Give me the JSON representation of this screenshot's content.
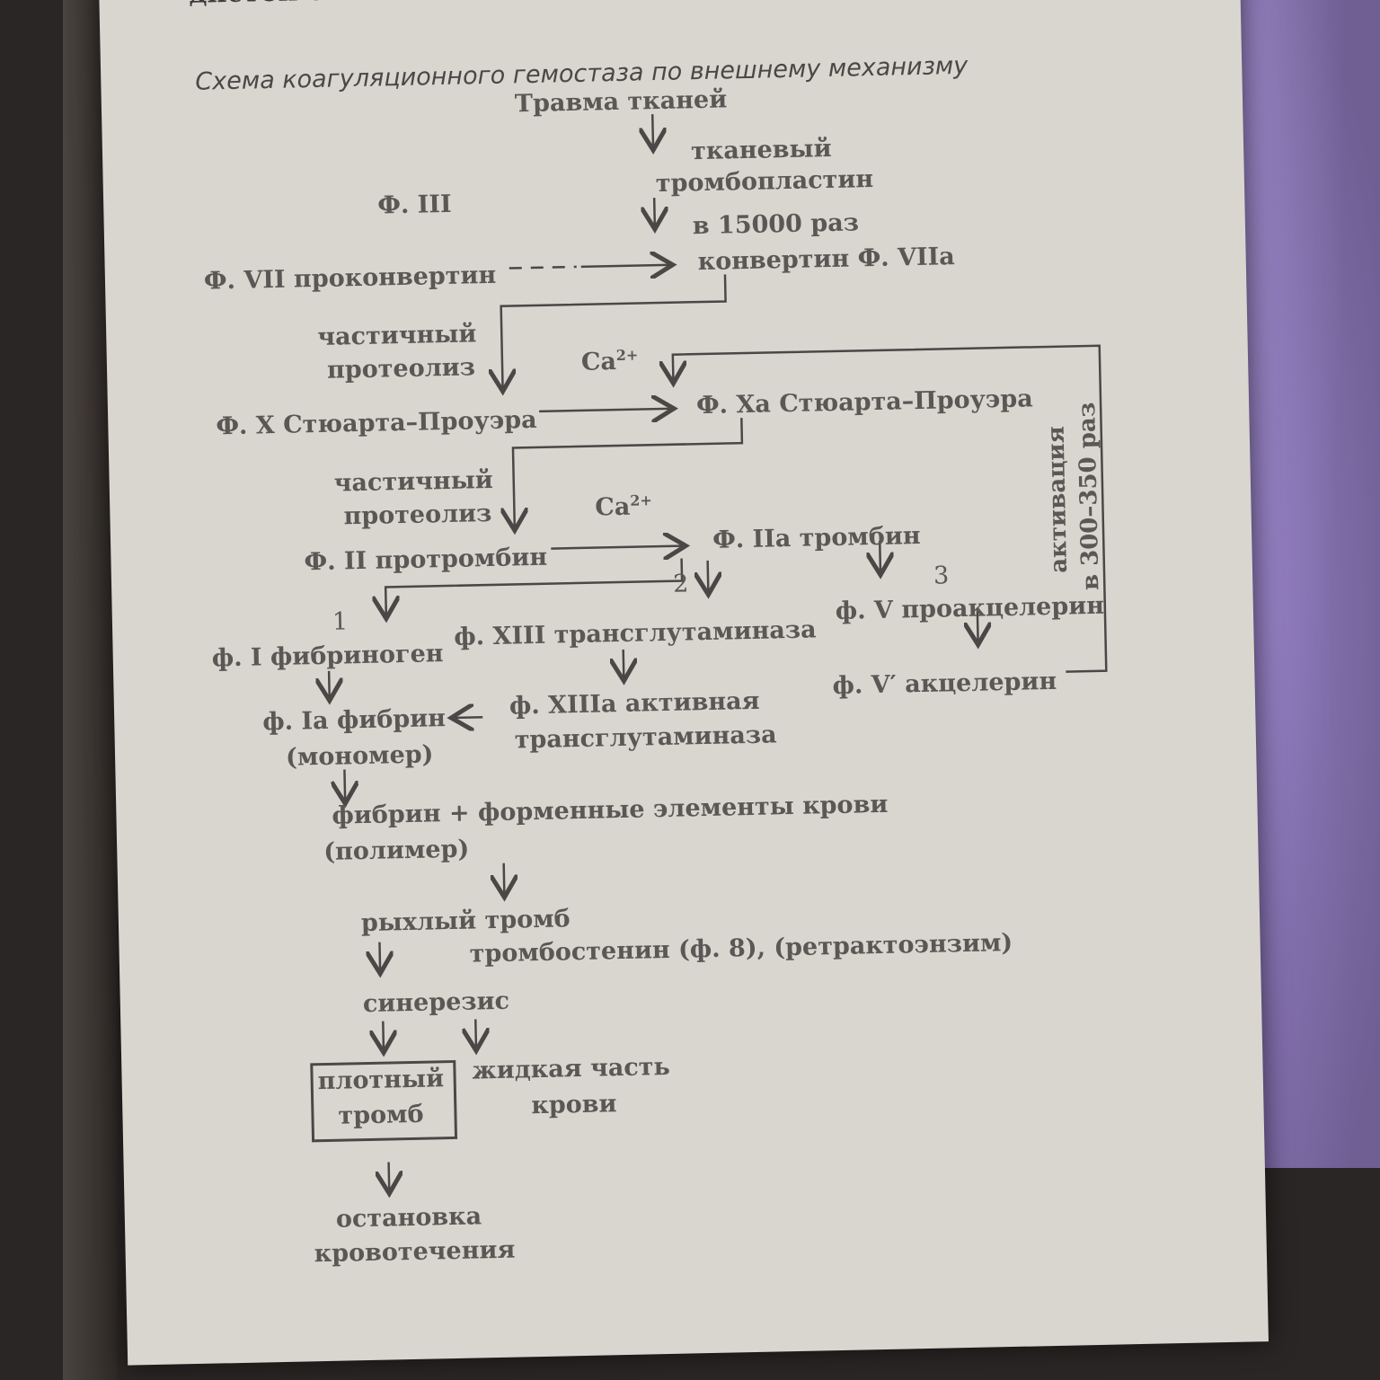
{
  "header_text": "дистой стенке в месте повреждения.",
  "title": "Схема коагуляционного гемостаза по внешнему механизму",
  "nodes": {
    "trauma": "Травма тканей",
    "tissue_tp_1": "тканевый",
    "tissue_tp_2": "тромбопластин",
    "f3": "Ф. III",
    "times15000": "в 15000 раз",
    "f7": "Ф. VII  проконвертин",
    "f7a": "конвертин Ф. VIIa",
    "partial1_1": "частичный",
    "partial1_2": "протеолиз",
    "ca_1": "Ca",
    "ca_sup": "2+",
    "f10": "Ф. Х  Стюарта–Проуэра",
    "f10a": "Ф. Ха  Стюарта–Проуэра",
    "partial2_1": "частичный",
    "partial2_2": "протеолиз",
    "ca_2": "Ca",
    "f2": "Ф. II протромбин",
    "f2a": "Ф. IIa тромбин",
    "n1": "1",
    "n2": "2",
    "n3": "3",
    "f1": "ф. I фибриноген",
    "f13": "ф. XIII трансглутаминаза",
    "f5": "ф. V проакцелерин",
    "f5a": "ф. V′ акцелерин",
    "activation_1": "активация",
    "activation_2": "в 300–350 раз",
    "f1a_1": "ф. Ia фибрин",
    "f1a_2": "(мономер)",
    "f13a_1": "ф. XIIIa активная",
    "f13a_2": "трансглутаминаза",
    "polymer_1": "фибрин + форменные элементы крови",
    "polymer_2": "(полимер)",
    "loose_clot": "рыхлый тромб",
    "thrombostenin": "тромбостенин (ф. 8), (ретрактоэнзим)",
    "syneresis": "синерезис",
    "dense_1": "плотный",
    "dense_2": "тромб",
    "liquid_1": "жидкая часть",
    "liquid_2": "крови",
    "stop_1": "остановка",
    "stop_2": "кровотечения"
  }
}
